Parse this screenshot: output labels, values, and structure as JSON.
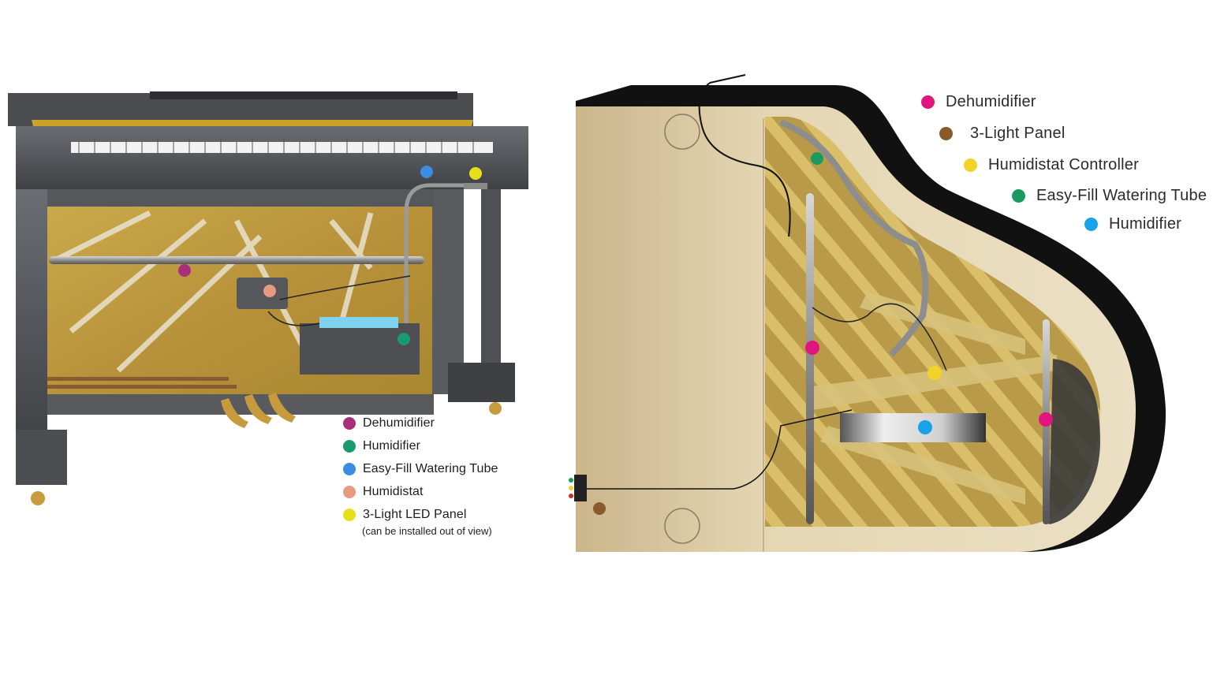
{
  "colors": {
    "dehumidifier_left": "#a8307a",
    "humidifier_left": "#1a9b6b",
    "watering_tube_left": "#3a8de0",
    "humidistat_left": "#e79a7f",
    "led_panel_left": "#e6e01a",
    "dehumidifier_right": "#e0157f",
    "light_panel_right": "#8b5a2b",
    "controller_right": "#f2d327",
    "watering_tube_right": "#1a9a5e",
    "humidifier_right": "#18a3e8"
  },
  "upright_legend": {
    "items": [
      {
        "label": "Dehumidifier",
        "color_key": "dehumidifier_left"
      },
      {
        "label": "Humidifier",
        "color_key": "humidifier_left"
      },
      {
        "label": "Easy-Fill Watering Tube",
        "color_key": "watering_tube_left"
      },
      {
        "label": "Humidistat",
        "color_key": "humidistat_left"
      },
      {
        "label": "3-Light LED Panel",
        "color_key": "led_panel_left"
      }
    ],
    "note": "(can be installed out of view)"
  },
  "grand_legend": {
    "items": [
      {
        "label": "Dehumidifier",
        "color_key": "dehumidifier_right"
      },
      {
        "label": "3-Light Panel",
        "color_key": "light_panel_right"
      },
      {
        "label": "Humidistat Controller",
        "color_key": "controller_right"
      },
      {
        "label": "Easy-Fill Watering Tube",
        "color_key": "watering_tube_right"
      },
      {
        "label": "Humidifier",
        "color_key": "humidifier_right"
      }
    ]
  }
}
